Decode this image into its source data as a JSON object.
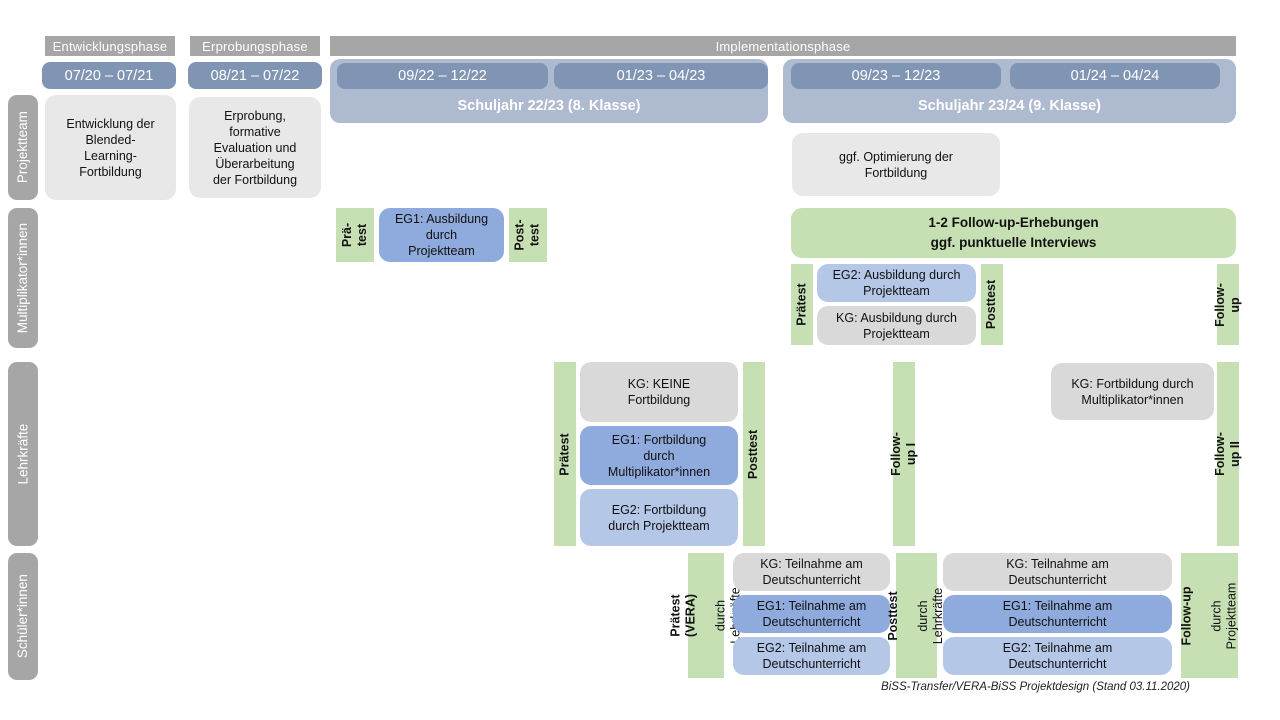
{
  "phases": {
    "entwicklung": "Entwicklungsphase",
    "erprobung": "Erprobungsphase",
    "implementation": "Implementationsphase"
  },
  "timeline": {
    "d1": "07/20 – 07/21",
    "d2": "08/21 – 07/22",
    "d3": "09/22 – 12/22",
    "d4": "01/23 – 04/23",
    "d5": "09/23 – 12/23",
    "d6": "01/24 – 04/24",
    "sj1": "Schuljahr 22/23 (8. Klasse)",
    "sj2": "Schuljahr 23/24 (9. Klasse)"
  },
  "row_labels": {
    "projektteam": "Projektteam",
    "multiplikatoren": "Multiplikator*innen",
    "lehrkraefte": "Lehrkräfte",
    "schueler": "Schüler*innen"
  },
  "projektteam": {
    "entwicklung": "Entwicklung der\nBlended-\nLearning-\nFortbildung",
    "erprobung": "Erprobung,\nformative\nEvaluation und\nÜberarbeitung\nder Fortbildung",
    "optimierung": "ggf. Optimierung der\nFortbildung"
  },
  "multiplikatoren": {
    "praetest_small": "Prä-\ntest",
    "eg1": "EG1: Ausbildung\ndurch\nProjektteam",
    "posttest_small": "Post-\ntest",
    "followup_info": "1-2 Follow-up-Erhebungen\nggf. punktuelle Interviews",
    "praetest": "Prätest",
    "eg2": "EG2: Ausbildung durch\nProjektteam",
    "kg": "KG: Ausbildung durch\nProjektteam",
    "posttest": "Posttest",
    "followup": "Follow-up"
  },
  "lehrkraefte": {
    "praetest": "Prätest",
    "kg": "KG: KEINE\nFortbildung",
    "eg1": "EG1: Fortbildung\ndurch\nMultiplikator*innen",
    "eg2": "EG2: Fortbildung\ndurch Projektteam",
    "posttest": "Posttest",
    "followup1": "Follow-up I",
    "kg2": "KG: Fortbildung durch\nMultiplikator*innen",
    "followup2": "Follow-up II"
  },
  "schueler": {
    "praetest_bold": "Prätest (VERA)",
    "praetest_sub": "durch Lehrkräfte",
    "kg1": "KG: Teilnahme am\nDeutschunterricht",
    "eg1_1": "EG1: Teilnahme am\nDeutschunterricht",
    "eg2_1": "EG2: Teilnahme am\nDeutschunterricht",
    "posttest_bold": "Posttest",
    "posttest_sub": "durch Lehrkräfte",
    "kg2": "KG: Teilnahme am\nDeutschunterricht",
    "eg1_2": "EG1: Teilnahme am\nDeutschunterricht",
    "eg2_2": "EG2: Teilnahme am\nDeutschunterricht",
    "followup_bold": "Follow-up",
    "followup_sub": "durch\nProjektteam"
  },
  "footer": "BiSS-Transfer/VERA-BiSS Projektdesign (Stand 03.11.2020)",
  "colors": {
    "phase_gray": "#a6a6a6",
    "date_blue": "#8094b4",
    "schuljahr_blue": "#aebacf",
    "green": "#c6e0b4",
    "blue_dark": "#8faadc",
    "blue_light": "#b4c7e7",
    "gray_light": "#e9e8e8",
    "gray_mid": "#d9d9d9"
  }
}
